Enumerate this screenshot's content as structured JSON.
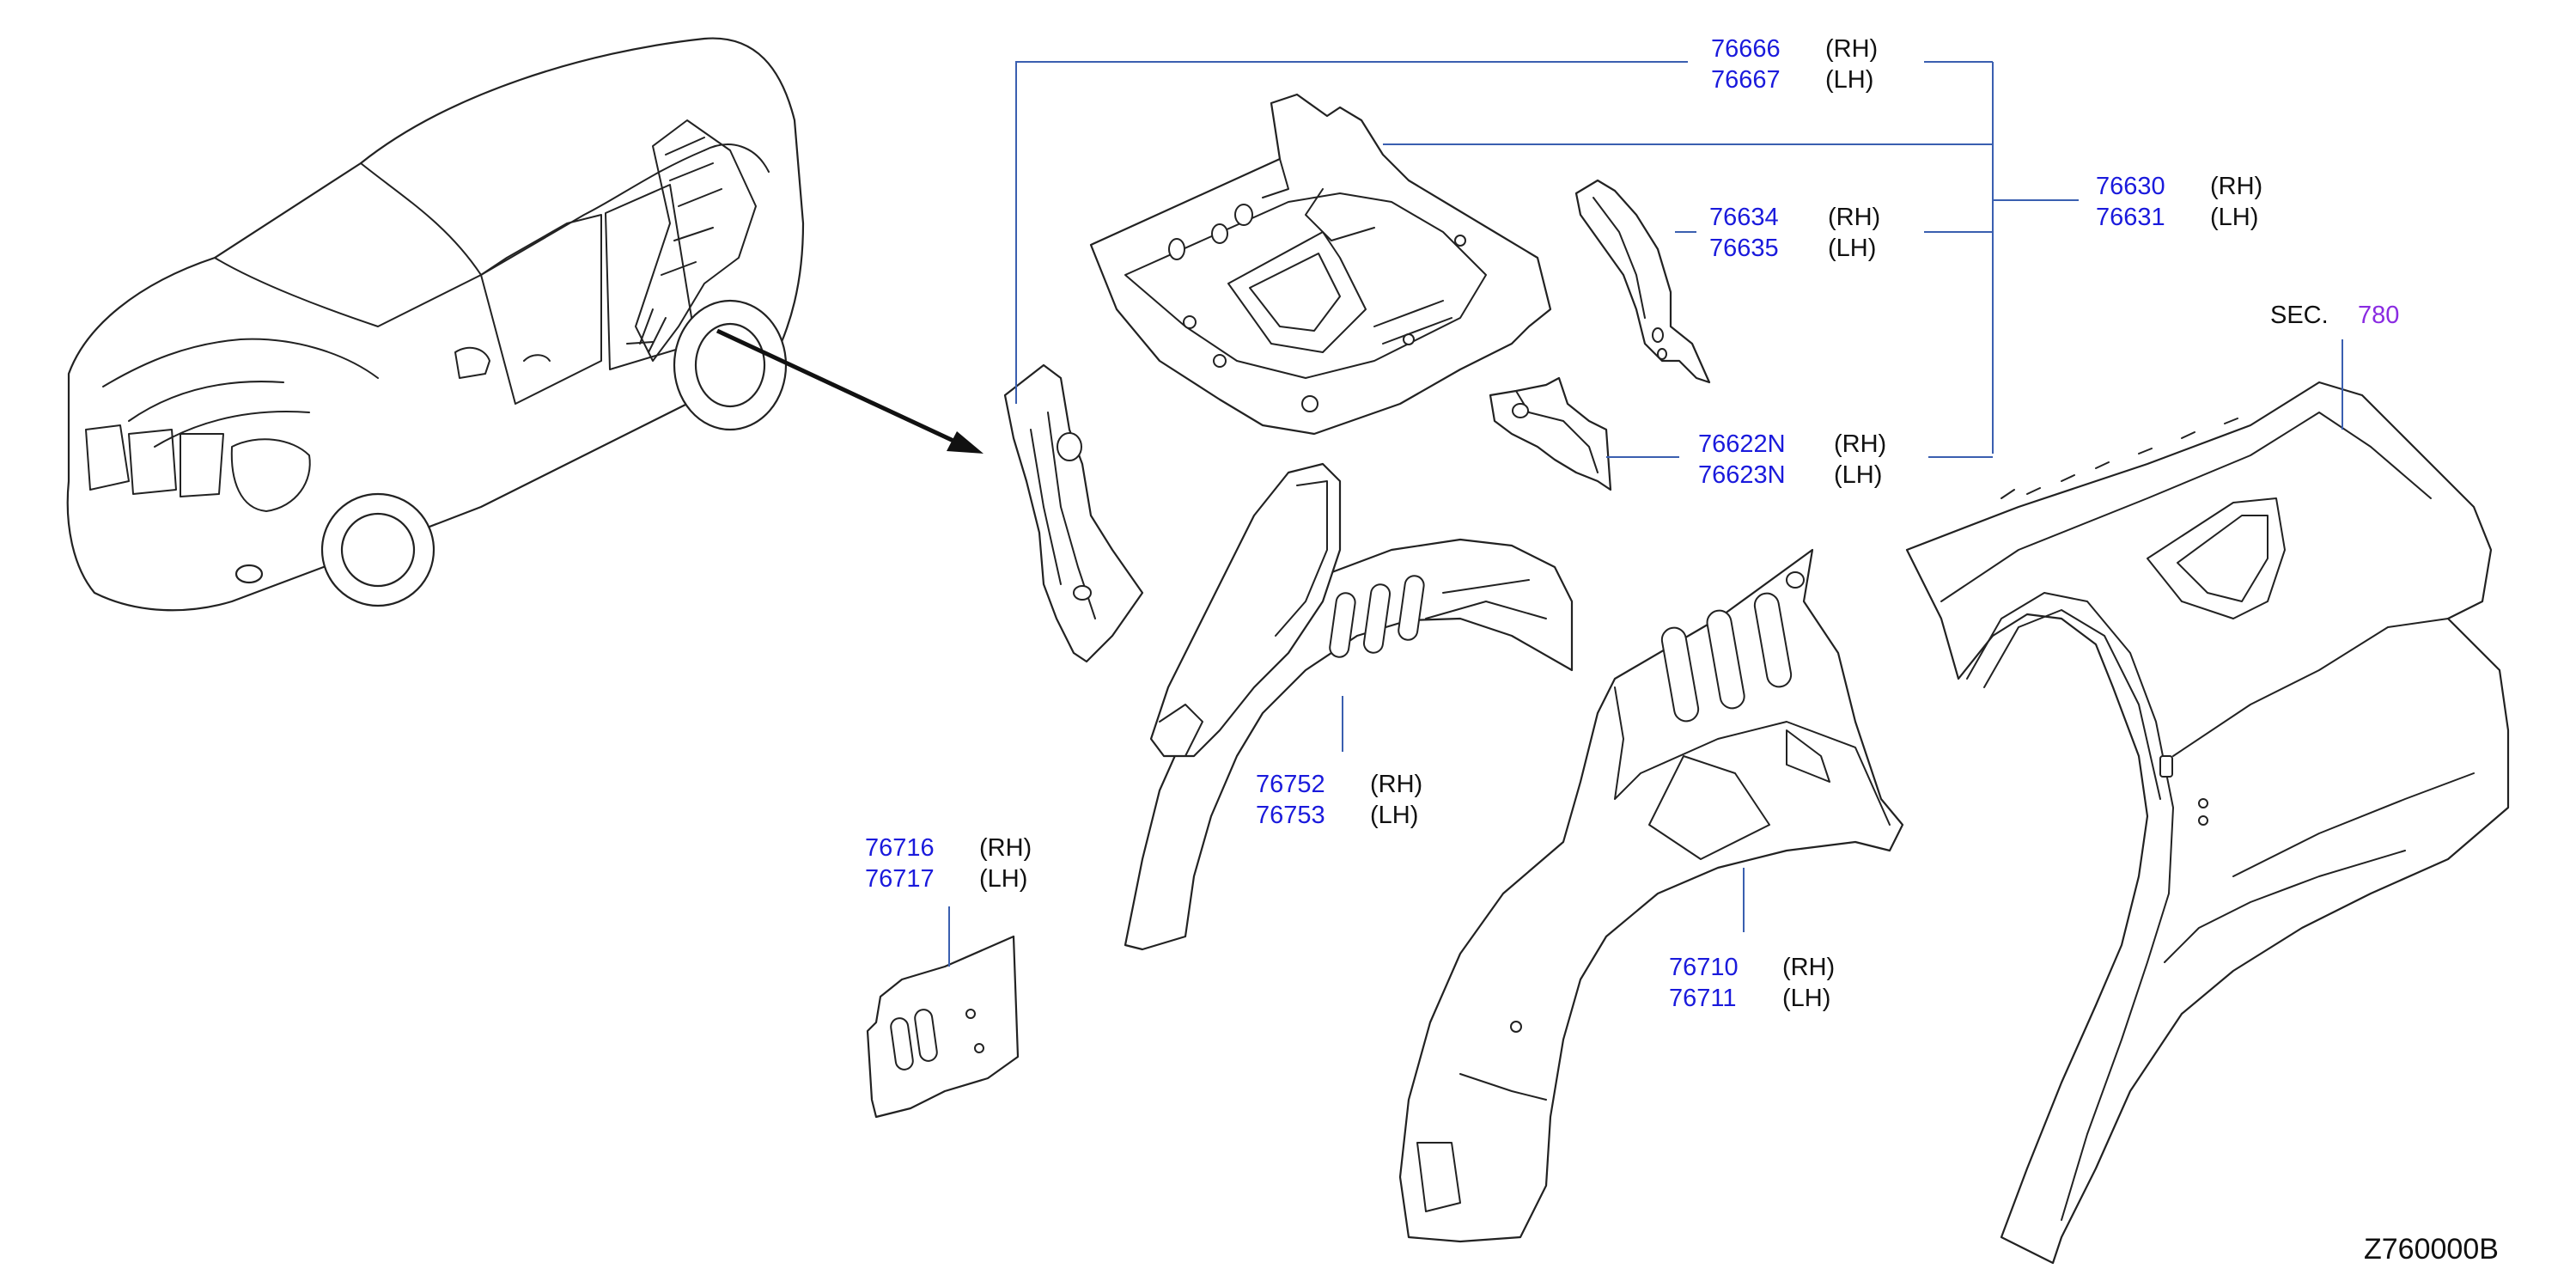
{
  "colors": {
    "part_number": "#1a1adc",
    "section_number": "#8a2be2",
    "leader": "#3a5fb0",
    "outline": "#222222"
  },
  "labels": {
    "p76666": {
      "num": "76666",
      "side": "(RH)"
    },
    "p76667": {
      "num": "76667",
      "side": "(LH)"
    },
    "p76630": {
      "num": "76630",
      "side": "(RH)"
    },
    "p76631": {
      "num": "76631",
      "side": "(LH)"
    },
    "p76634": {
      "num": "76634",
      "side": "(RH)"
    },
    "p76635": {
      "num": "76635",
      "side": "(LH)"
    },
    "p76622N": {
      "num": "76622N",
      "side": "(RH)"
    },
    "p76623N": {
      "num": "76623N",
      "side": "(LH)"
    },
    "p76752": {
      "num": "76752",
      "side": "(RH)"
    },
    "p76753": {
      "num": "76753",
      "side": "(LH)"
    },
    "p76716": {
      "num": "76716",
      "side": "(RH)"
    },
    "p76717": {
      "num": "76717",
      "side": "(LH)"
    },
    "p76710": {
      "num": "76710",
      "side": "(RH)"
    },
    "p76711": {
      "num": "76711",
      "side": "(LH)"
    }
  },
  "section_ref": {
    "prefix": "SEC.",
    "number": "780"
  },
  "diagram_code": "Z760000B",
  "icons": {
    "car": "vehicle-overview-icon",
    "arrow": "location-arrow-icon"
  }
}
